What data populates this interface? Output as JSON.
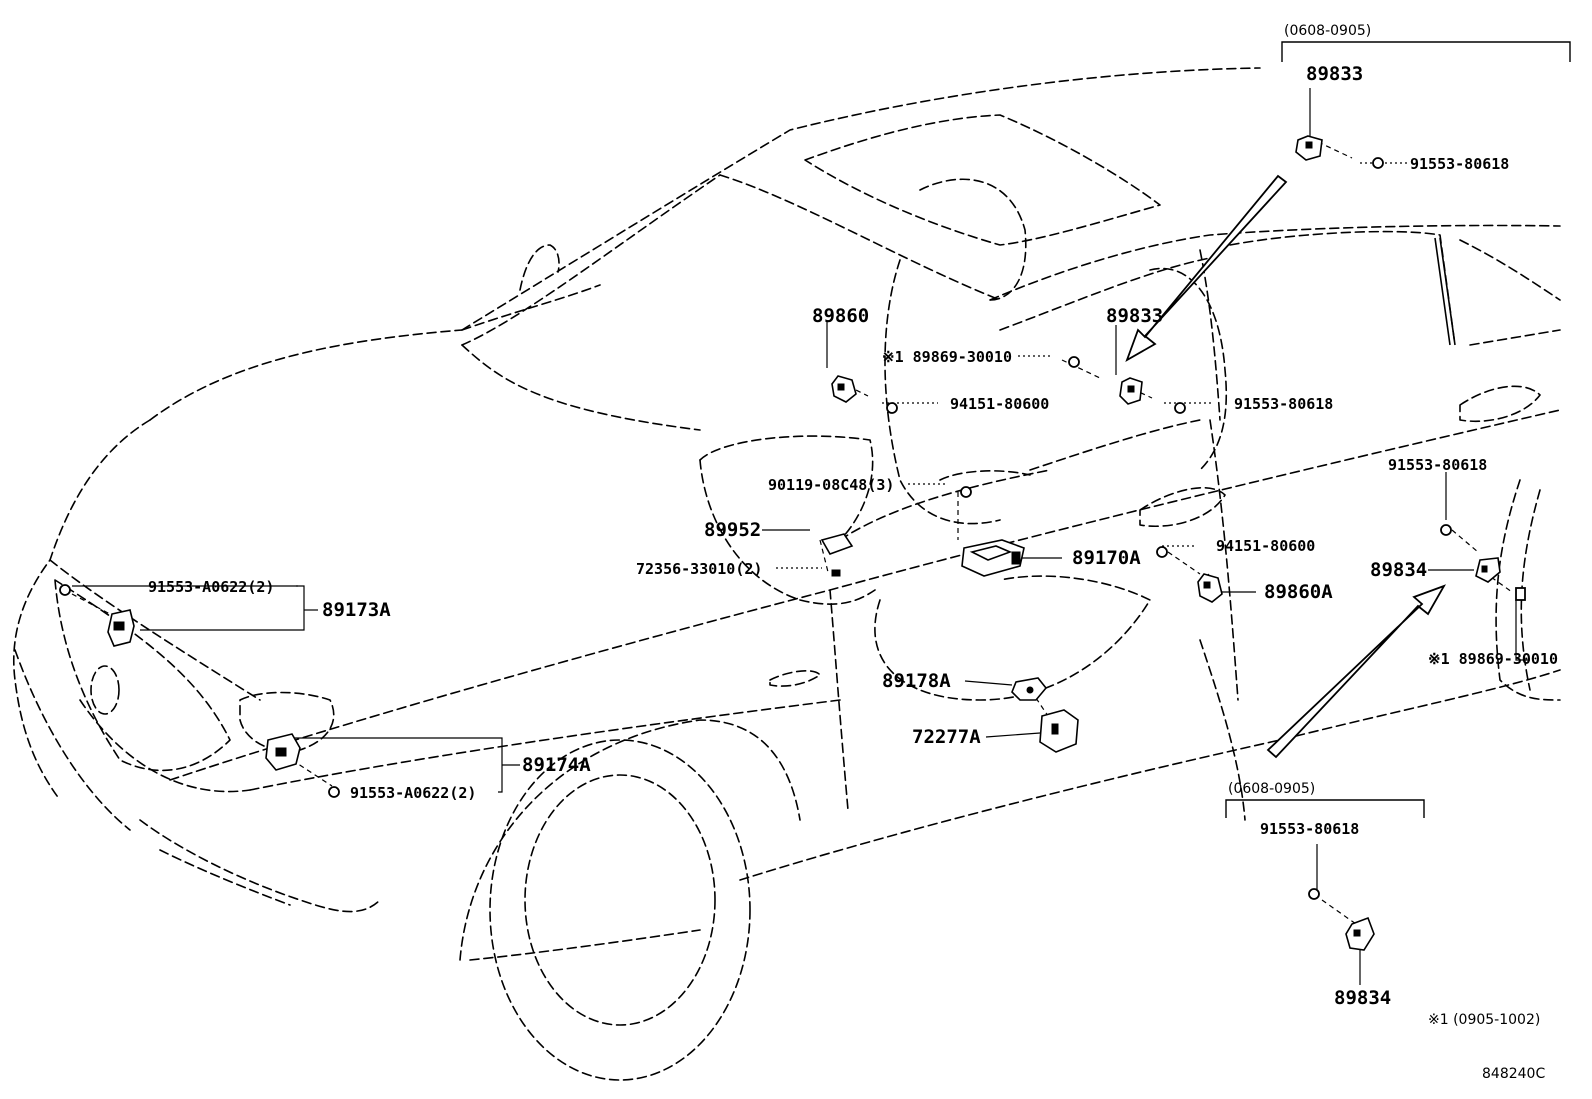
{
  "labels": {
    "range_top": "(0608-0905)",
    "part_89833_top": "89833",
    "bolt_91553_80618_top": "91553-80618",
    "part_89860": "89860",
    "note_89869_left": "※1 89869-30010",
    "part_89833_mid": "89833",
    "bolt_94151_80600_upper": "94151-80600",
    "bolt_91553_80618_mid": "91553-80618",
    "bolt_90119_08c48": "90119-08C48(3)",
    "part_89952": "89952",
    "clip_72356_33010": "72356-33010(2)",
    "part_89170a": "89170A",
    "bolt_94151_80600_lower": "94151-80600",
    "part_89860a": "89860A",
    "bolt_91553_80618_right": "91553-80618",
    "part_89834_right": "89834",
    "note_89869_right": "※1 89869-30010",
    "bolt_91553_a0622_upper": "91553-A0622(2)",
    "part_89173a": "89173A",
    "part_89178a": "89178A",
    "part_72277a": "72277A",
    "part_89174a": "89174A",
    "bolt_91553_a0622_lower": "91553-A0622(2)",
    "range_bottom": "(0608-0905)",
    "bolt_91553_80618_bottom": "91553-80618",
    "part_89834_bottom": "89834",
    "note_date": "※1 (0905-1002)",
    "diagram_id": "848240C"
  }
}
